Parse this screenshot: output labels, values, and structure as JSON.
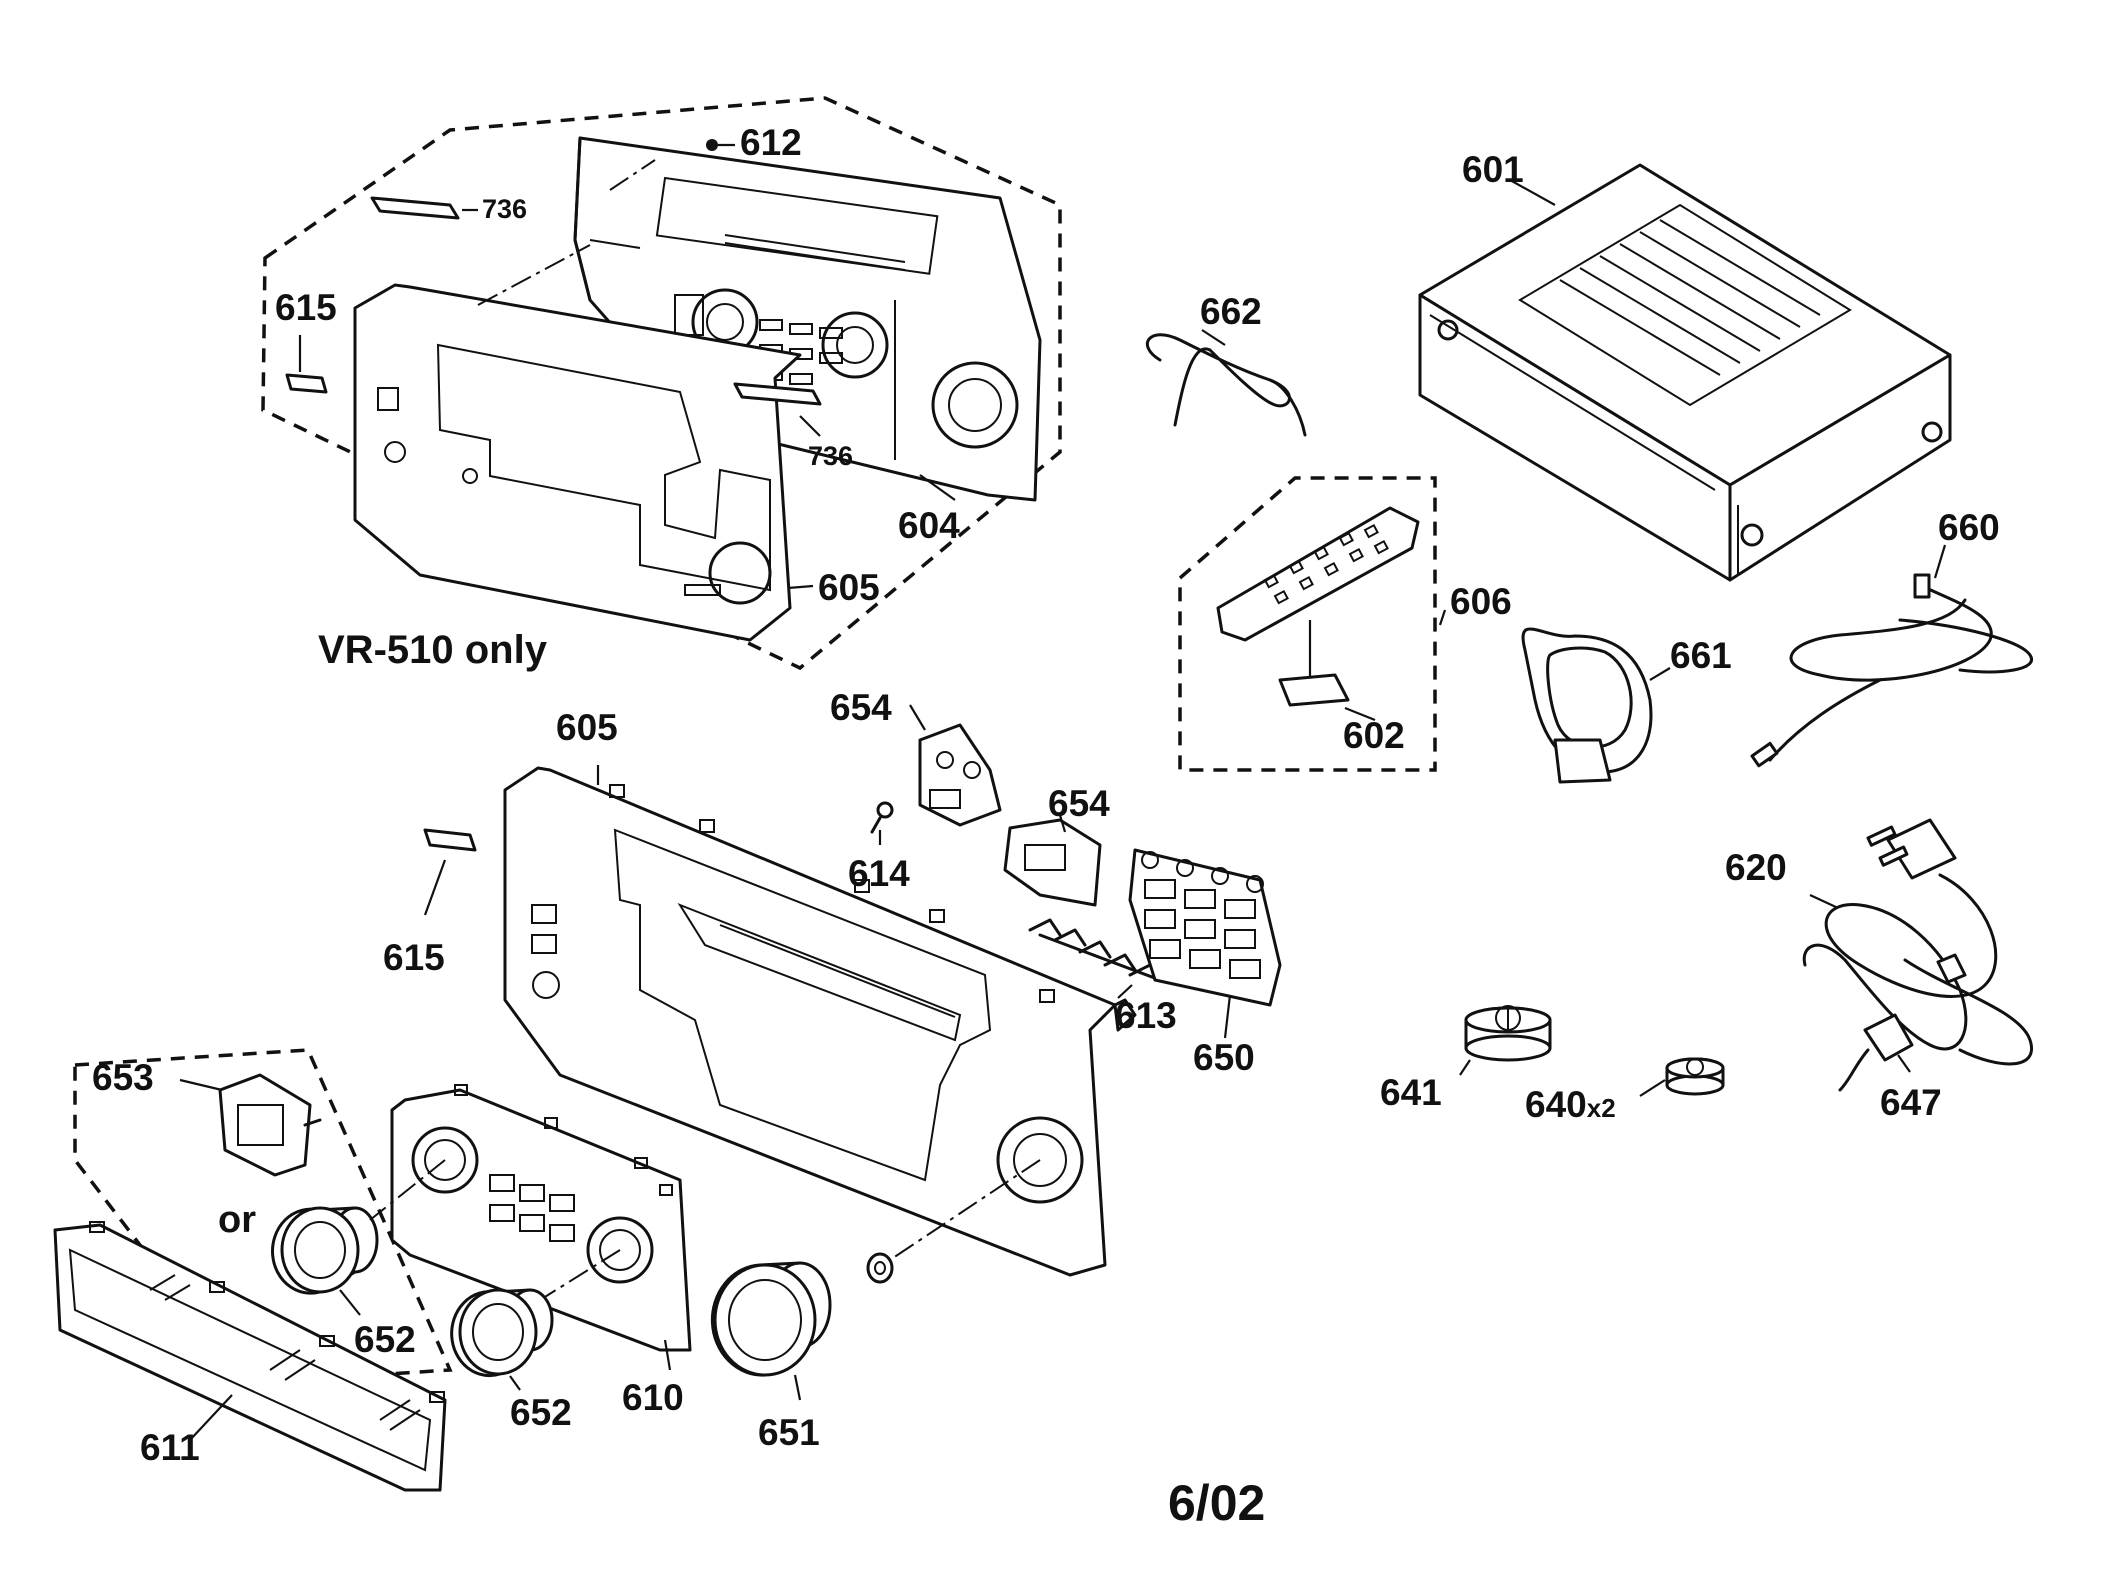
{
  "labels": {
    "p601": "601",
    "p602": "602",
    "p604": "604",
    "p605a": "605",
    "p605b": "605",
    "p606": "606",
    "p610": "610",
    "p611": "611",
    "p612": "612",
    "p613": "613",
    "p614": "614",
    "p615a": "615",
    "p615b": "615",
    "p620": "620",
    "p640": "640",
    "p640_qty": "x2",
    "p641": "641",
    "p647": "647",
    "p650": "650",
    "p651": "651",
    "p652a": "652",
    "p652b": "652",
    "p653": "653",
    "p654a": "654",
    "p654b": "654",
    "p660": "660",
    "p661": "661",
    "p662": "662",
    "p736a": "736",
    "p736b": "736"
  },
  "notes": {
    "vr510": "VR-510 only",
    "or": "or",
    "date": "6/02"
  }
}
